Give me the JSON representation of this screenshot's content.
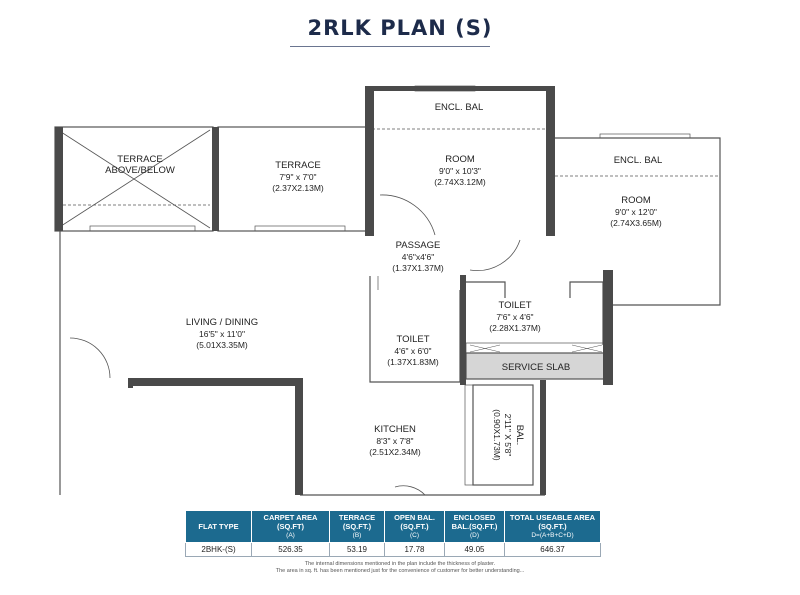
{
  "title": "2RLK PLAN (S)",
  "rooms": {
    "encl_bal_1": {
      "name": "ENCL. BAL"
    },
    "encl_bal_2": {
      "name": "ENCL. BAL"
    },
    "terrace_above": {
      "name1": "TERRACE",
      "name2": "ABOVE/BELOW"
    },
    "terrace": {
      "name": "TERRACE",
      "dim1": "7'9\" x 7'0\"",
      "dim2": "(2.37X2.13M)"
    },
    "room_1": {
      "name": "ROOM",
      "dim1": "9'0\" x 10'3\"",
      "dim2": "(2.74X3.12M)"
    },
    "room_2": {
      "name": "ROOM",
      "dim1": "9'0\" x 12'0\"",
      "dim2": "(2.74X3.65M)"
    },
    "passage": {
      "name": "PASSAGE",
      "dim1": "4'6\"x4'6\"",
      "dim2": "(1.37X1.37M)"
    },
    "toilet_1": {
      "name": "TOILET",
      "dim1": "7'6\" x 4'6\"",
      "dim2": "(2.28X1.37M)"
    },
    "toilet_2": {
      "name": "TOILET",
      "dim1": "4'6\" x 6'0\"",
      "dim2": "(1.37X1.83M)"
    },
    "living": {
      "name": "LIVING / DINING",
      "dim1": "16'5\" x 11'0\"",
      "dim2": "(5.01X3.35M)"
    },
    "service_slab": {
      "name": "SERVICE SLAB"
    },
    "kitchen": {
      "name": "KITCHEN",
      "dim1": "8'3\" x 7'8\"",
      "dim2": "(2.51X2.34M)"
    },
    "bal": {
      "name": "BAL.",
      "dim1": "2'11\" X 5'8\"",
      "dim2": "(0.90X1.73M)"
    }
  },
  "table": {
    "headers": [
      {
        "label": "FLAT TYPE",
        "sub": ""
      },
      {
        "label": "CARPET AREA (SQ.FT)",
        "sub": "(A)"
      },
      {
        "label": "TERRACE (SQ.FT.)",
        "sub": "(B)"
      },
      {
        "label": "OPEN BAL. (SQ.FT.)",
        "sub": "(C)"
      },
      {
        "label": "ENCLOSED BAL.(SQ.FT.)",
        "sub": "(D)"
      },
      {
        "label": "TOTAL USEABLE AREA (SQ.FT.)",
        "sub": "D=(A+B+C+D)"
      }
    ],
    "row": [
      "2BHK-(S)",
      "526.35",
      "53.19",
      "17.78",
      "49.05",
      "646.37"
    ]
  },
  "footnote": {
    "line1": "The internal dimensions mentioned in the plan include the thickness of plaster.",
    "line2": "The area in sq. ft. has been mentioned just for the convenience of customer for better understanding..."
  },
  "colors": {
    "wall": "#4a4a4a",
    "thin_line": "#555555",
    "header_blue": "#1c6a8f",
    "title": "#1d2b4a"
  }
}
